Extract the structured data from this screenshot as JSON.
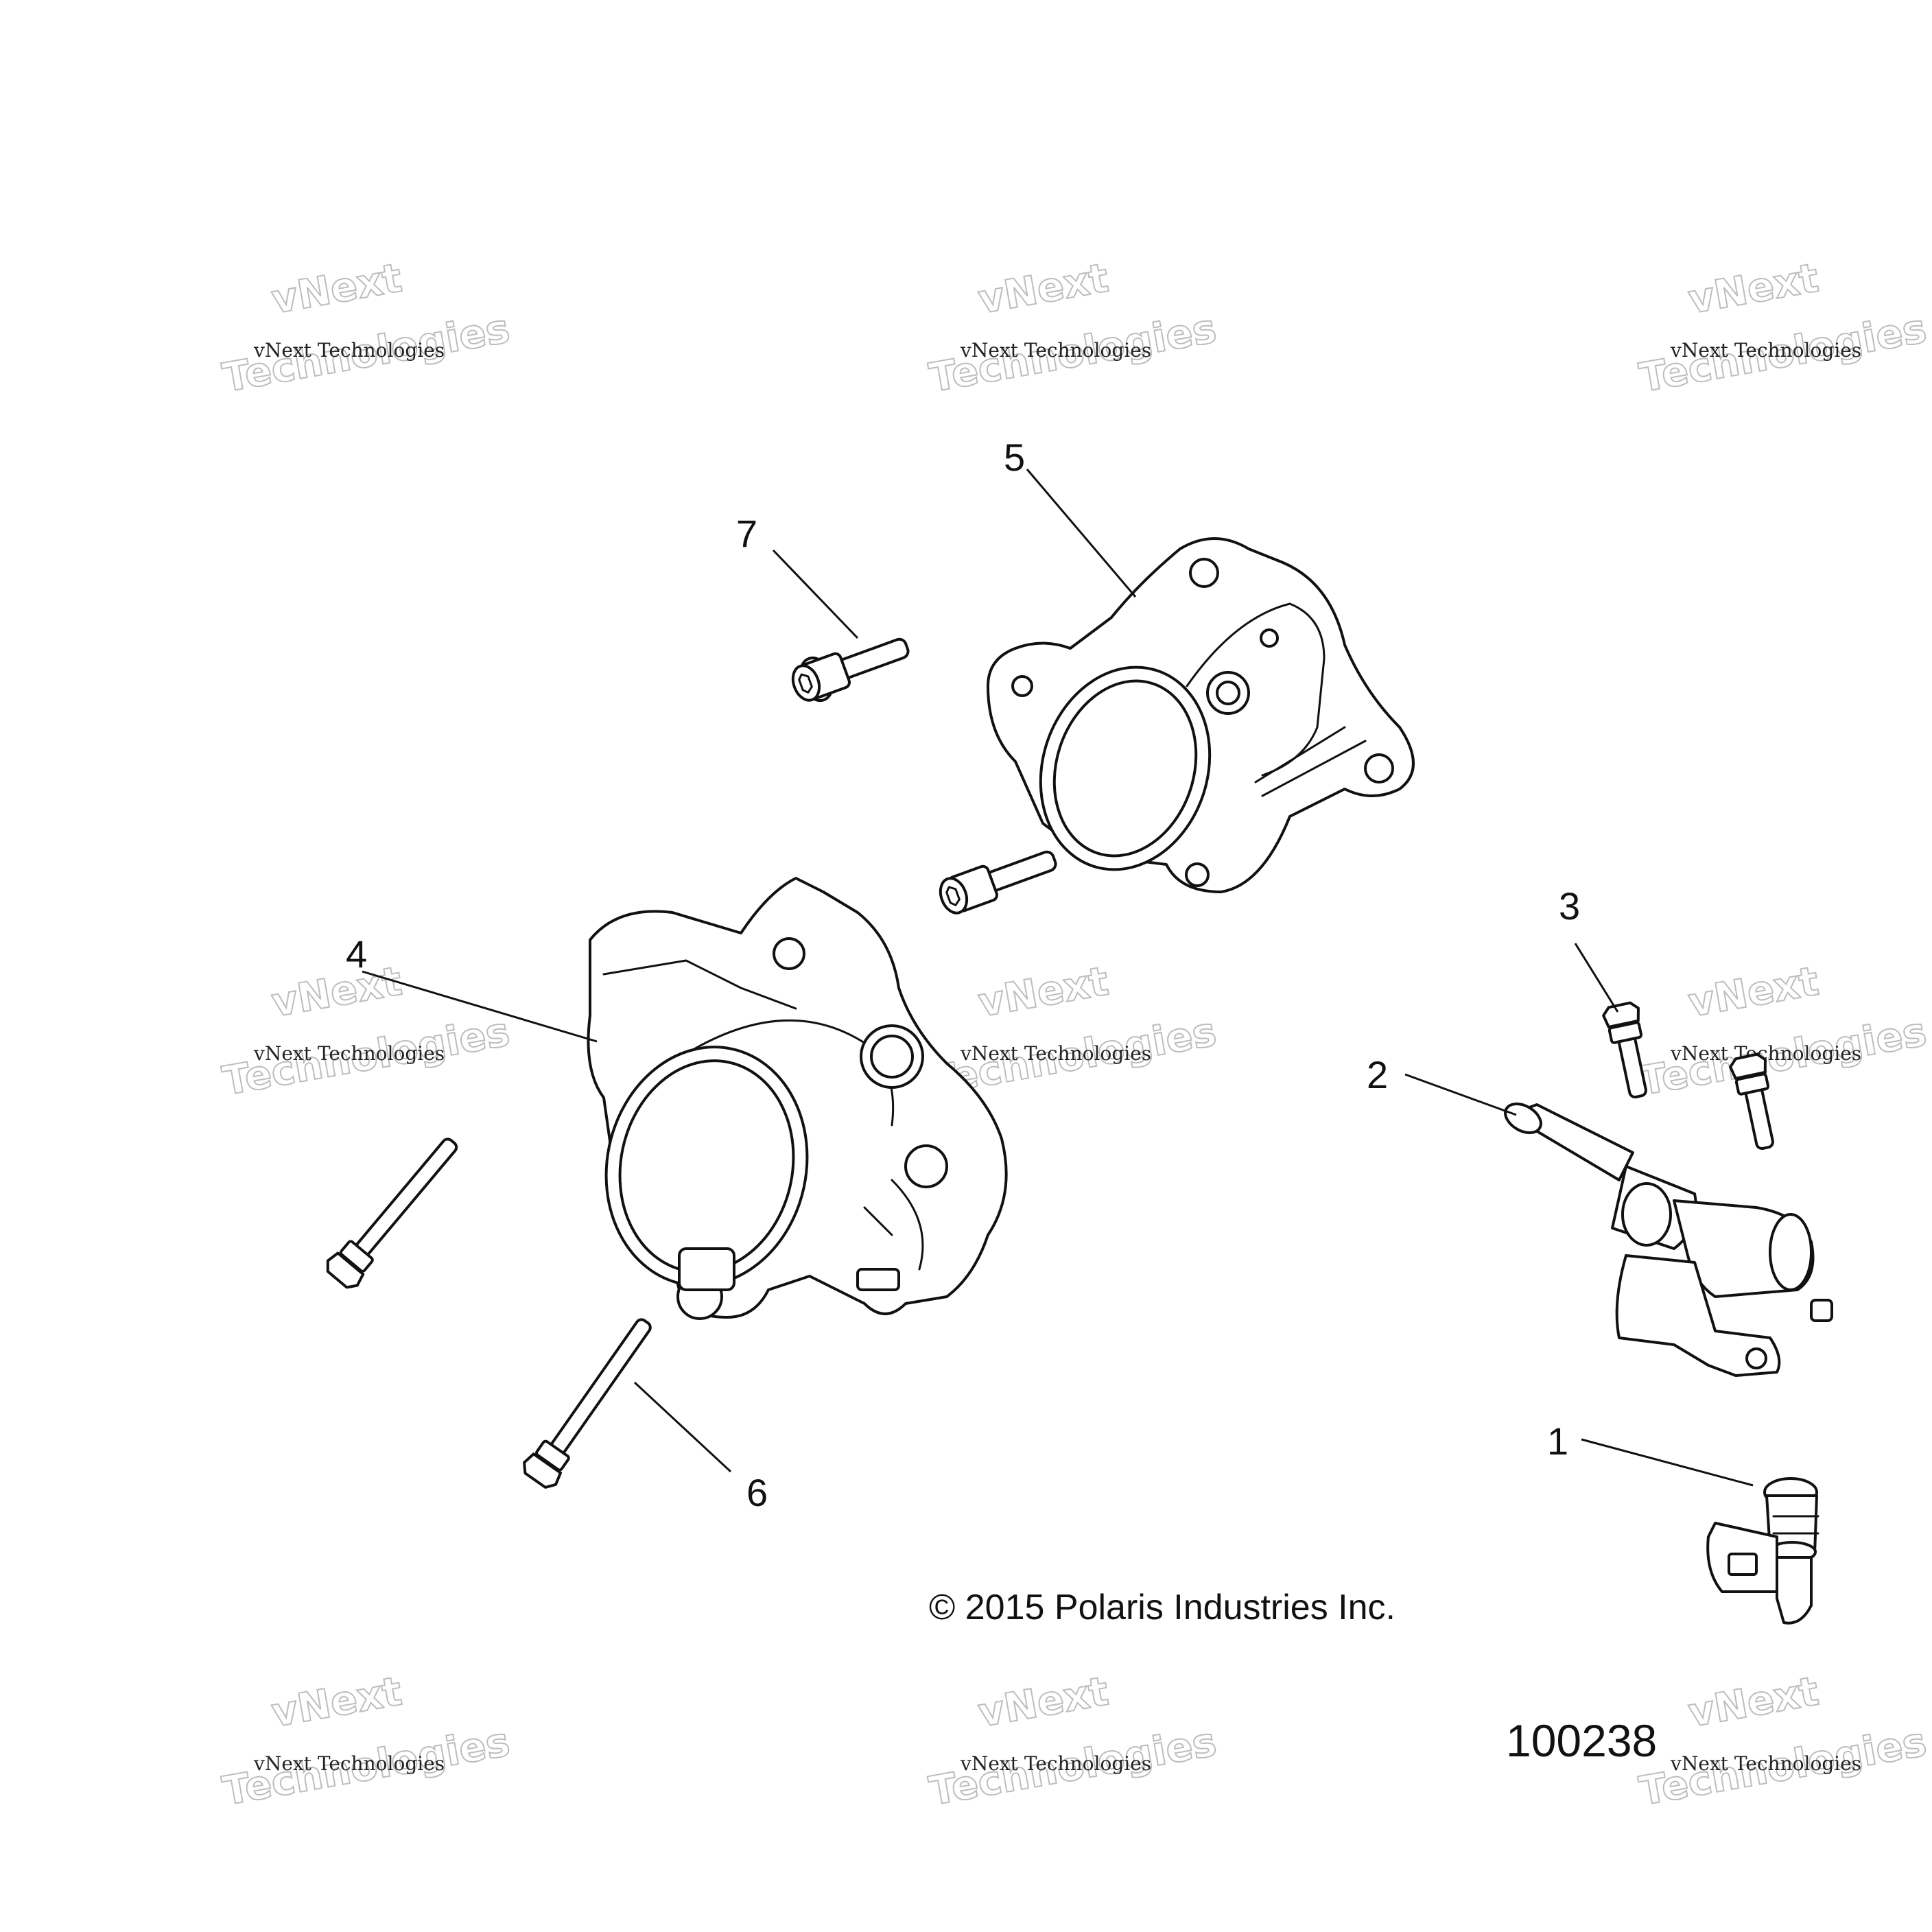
{
  "watermark": {
    "line1": "vNext",
    "line2": "vNext Technologies",
    "line3": "Technologies"
  },
  "callouts": [
    "1",
    "2",
    "3",
    "4",
    "5",
    "6",
    "7"
  ],
  "copyright": "© 2015 Polaris Industries Inc.",
  "figure_number": "100238",
  "parts": [
    "fuel-injector",
    "fuel-rail",
    "screw",
    "throttle-body",
    "intake-adapter",
    "long-bolt",
    "socket-head-screw"
  ]
}
